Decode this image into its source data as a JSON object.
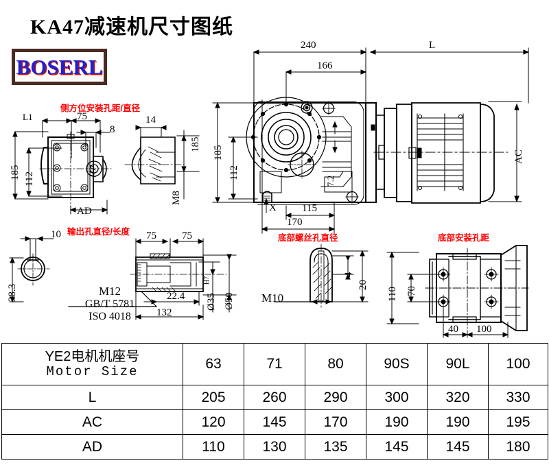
{
  "title": "KA47减速机尺寸图纸",
  "logo": {
    "text": "BOSERL",
    "color": "#2222cc",
    "shadow_color": "#cc1111",
    "border_color": "#4a2a22"
  },
  "annotations": {
    "side_mount": "侧方位安装孔距/直径",
    "output_bore": "输出孔直径/长度",
    "bottom_screw": "底部螺丝孔直径",
    "bottom_mount": "底部安装孔距",
    "color": "#ff0000"
  },
  "views": {
    "left_face": {
      "dims": {
        "l1": "L1",
        "d75": "75",
        "d8": "8",
        "h185": "185",
        "h112": "112",
        "ad": "AD"
      }
    },
    "side_shaft": {
      "dims": {
        "d14": "14",
        "m8": "M8",
        "h185": "185"
      }
    },
    "main": {
      "dims": {
        "d240": "240",
        "dL": "L",
        "d166": "166",
        "h185": "185",
        "h112": "112",
        "ac": "AC",
        "d115": "115",
        "d170": "170",
        "x": "X",
        "d72": "7.2"
      }
    },
    "output_shaft": {
      "dims": {
        "d10": "10",
        "h383": "38.3",
        "d75a": "75",
        "d75b": "75",
        "d224": "22.4",
        "d132": "132",
        "dia35": "Ø35",
        "dia35_tol": "H7",
        "dia50": "Ø50"
      },
      "callout": {
        "line1": "M12",
        "line2": "GB/T 5781",
        "line3": "ISO 4018"
      }
    },
    "bottom_screw_view": {
      "dims": {
        "m10": "M10",
        "d4": "4",
        "d20": "20"
      }
    },
    "bottom_mount_view": {
      "dims": {
        "h110": "110",
        "h70": "70",
        "d40": "40",
        "d100": "100"
      }
    }
  },
  "table": {
    "header_label_cn": "YE2电机机座号",
    "header_label_en": "Motor Size",
    "motor_sizes": [
      "63",
      "71",
      "80",
      "90S",
      "90L",
      "100"
    ],
    "rows": [
      {
        "label": "L",
        "values": [
          "205",
          "260",
          "290",
          "300",
          "320",
          "330"
        ]
      },
      {
        "label": "AC",
        "values": [
          "120",
          "145",
          "170",
          "190",
          "190",
          "195"
        ]
      },
      {
        "label": "AD",
        "values": [
          "110",
          "130",
          "135",
          "145",
          "145",
          "180"
        ]
      }
    ]
  }
}
